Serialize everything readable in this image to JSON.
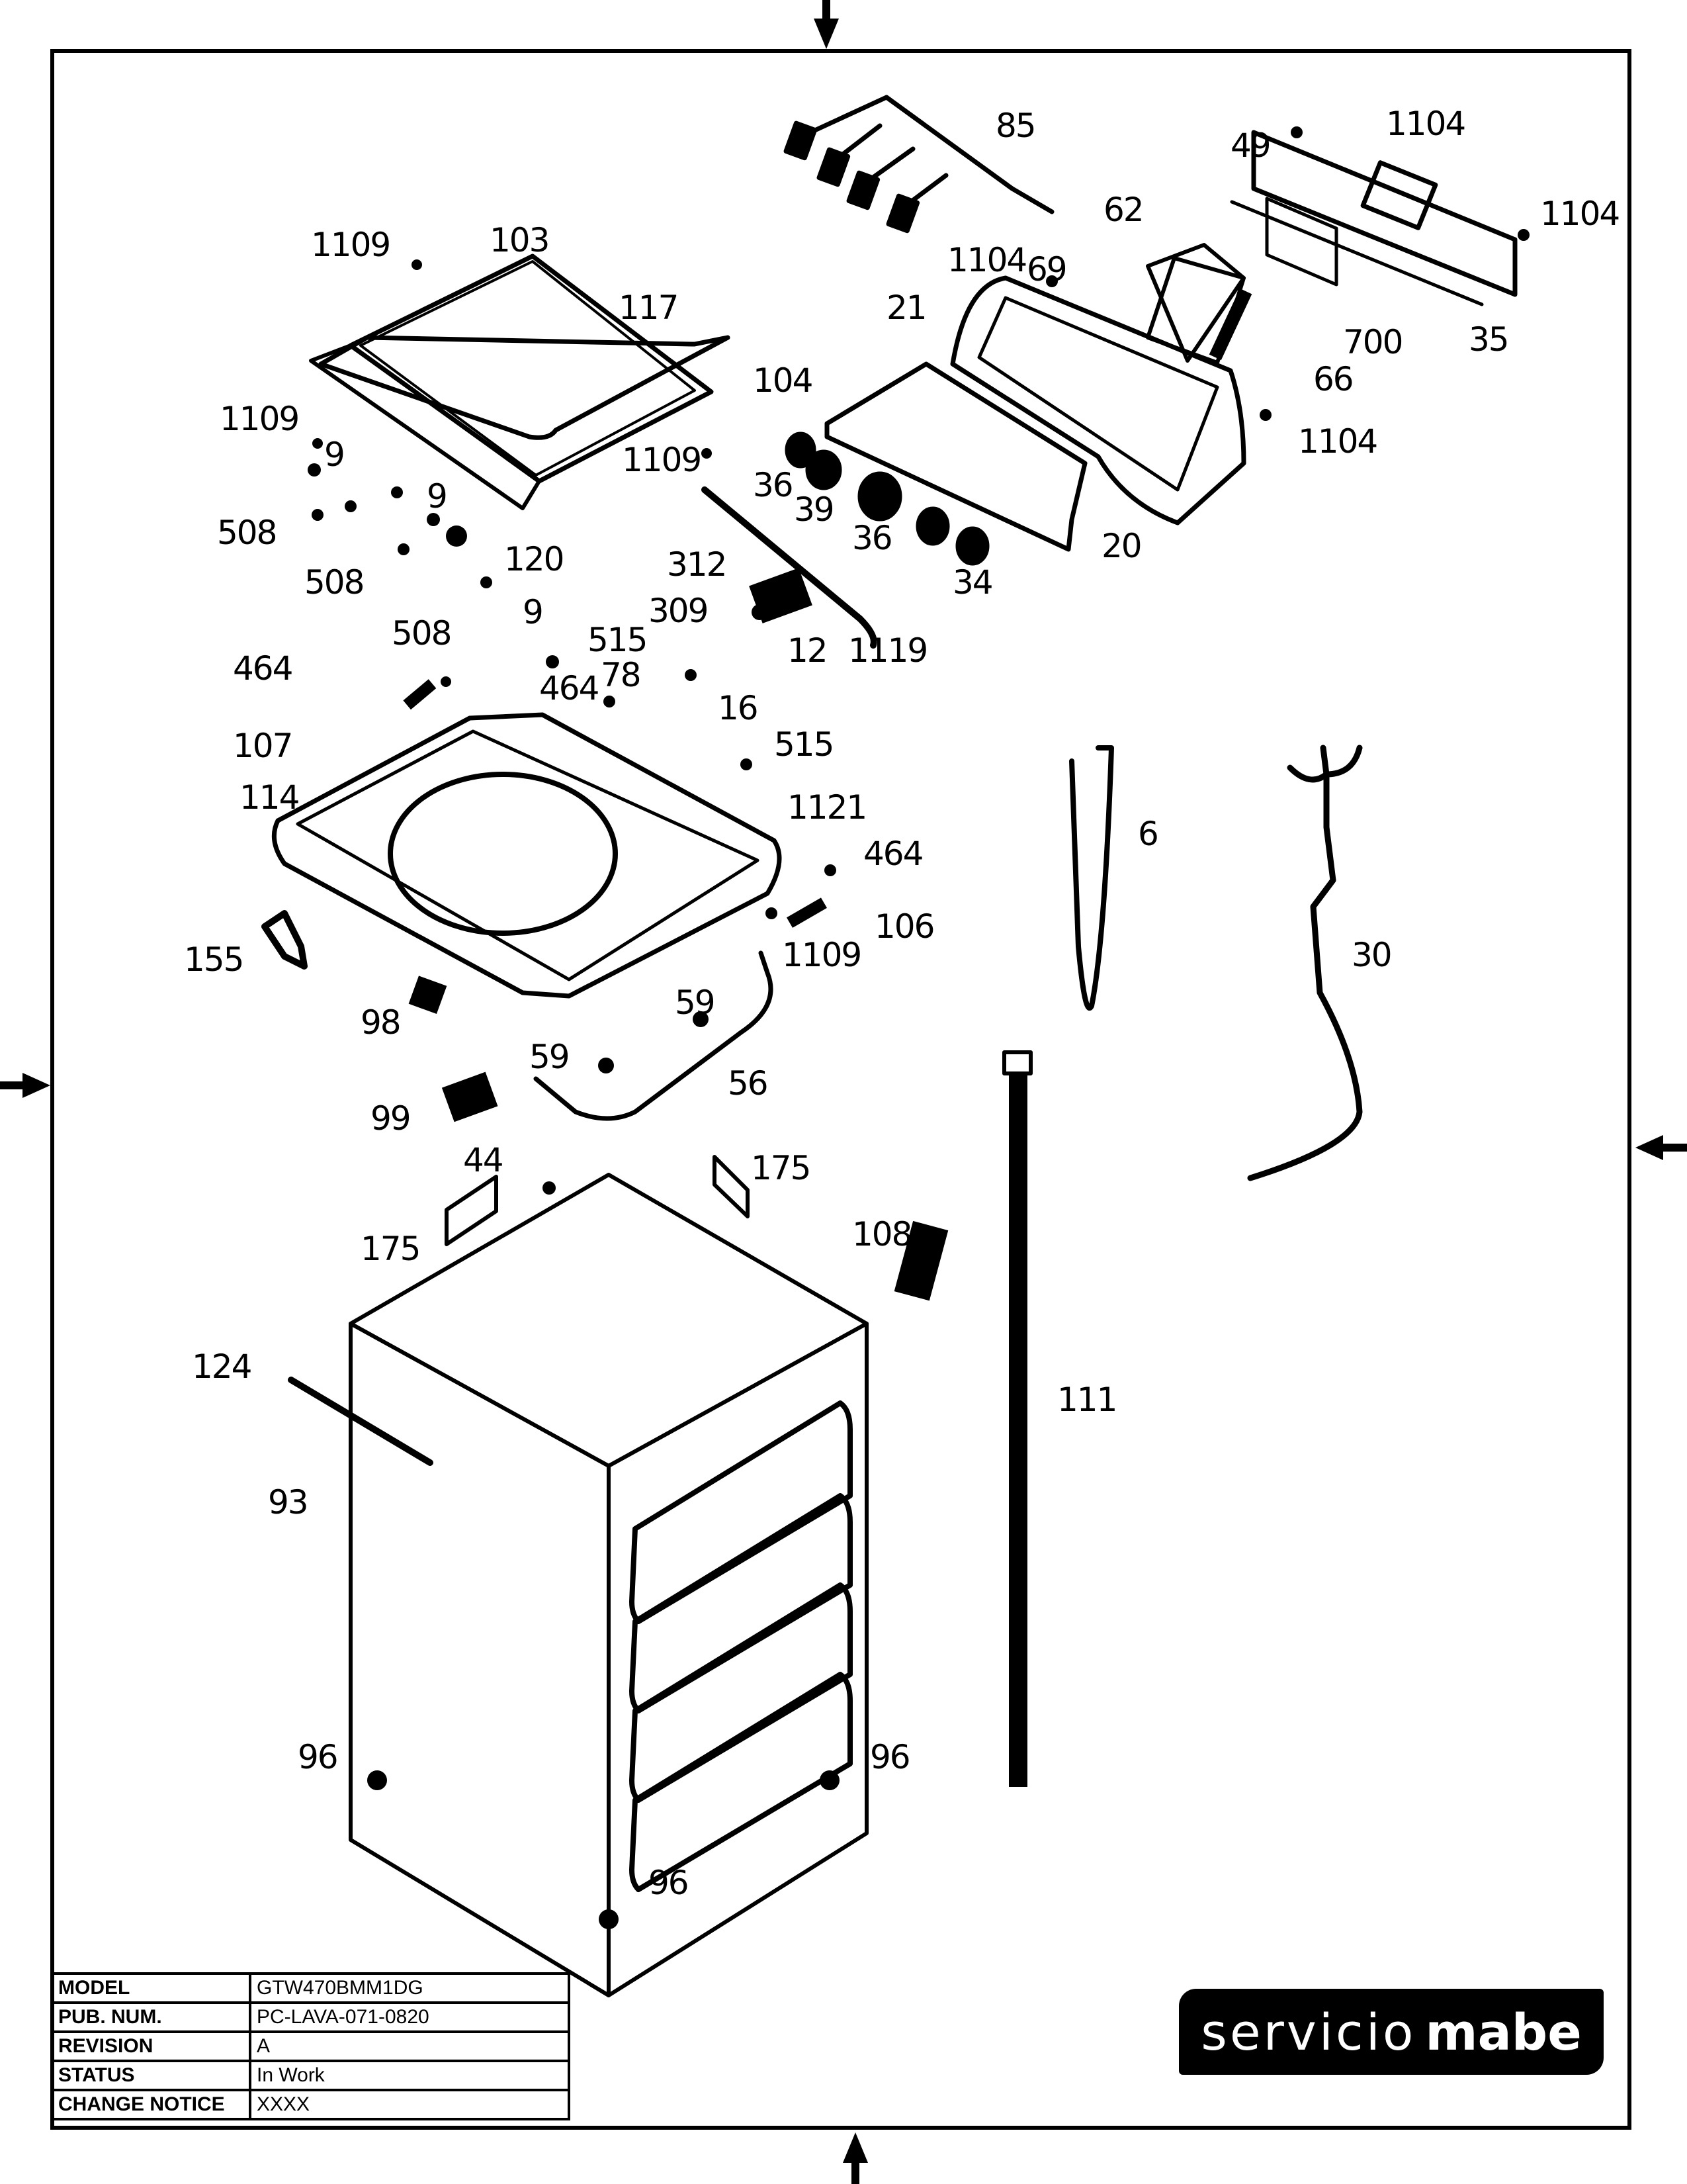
{
  "drawing": {
    "title": "Exploded parts view - top load washer cabinet and control panel",
    "brand": {
      "light": "servicio",
      "bold": "mabe"
    }
  },
  "title_block": [
    {
      "key": "MODEL",
      "value": "GTW470BMM1DG"
    },
    {
      "key": "PUB. NUM.",
      "value": "PC-LAVA-071-0820"
    },
    {
      "key": "REVISION",
      "value": "A"
    },
    {
      "key": "STATUS",
      "value": "In Work"
    },
    {
      "key": "CHANGE NOTICE",
      "value": "XXXX"
    }
  ],
  "callouts": [
    {
      "id": "c85",
      "label": "85",
      "part": "wire-harness-switches"
    },
    {
      "id": "c1104a",
      "label": "1104",
      "part": "screw"
    },
    {
      "id": "c49",
      "label": "49",
      "part": "backsplash-rear-cover"
    },
    {
      "id": "c1104b",
      "label": "1104",
      "part": "screw"
    },
    {
      "id": "c62",
      "label": "62",
      "part": "connector"
    },
    {
      "id": "c1104c",
      "label": "1104",
      "part": "screw"
    },
    {
      "id": "c69",
      "label": "69",
      "part": "control-board"
    },
    {
      "id": "c21",
      "label": "21",
      "part": "control-panel-housing"
    },
    {
      "id": "c700",
      "label": "700",
      "part": "clip"
    },
    {
      "id": "c35",
      "label": "35",
      "part": "trim-strip"
    },
    {
      "id": "c66",
      "label": "66",
      "part": "hose"
    },
    {
      "id": "c1104d",
      "label": "1104",
      "part": "screw"
    },
    {
      "id": "c1109a",
      "label": "1109",
      "part": "screw"
    },
    {
      "id": "c103",
      "label": "103",
      "part": "hinge-left"
    },
    {
      "id": "c117",
      "label": "117",
      "part": "lid-assembly"
    },
    {
      "id": "c104",
      "label": "104",
      "part": "hinge-right"
    },
    {
      "id": "c1109b",
      "label": "1109",
      "part": "screw"
    },
    {
      "id": "c1109c",
      "label": "1109",
      "part": "screw"
    },
    {
      "id": "c9a",
      "label": "9",
      "part": "screw"
    },
    {
      "id": "c9b",
      "label": "9",
      "part": "screw"
    },
    {
      "id": "c9c",
      "label": "9",
      "part": "screw"
    },
    {
      "id": "c508a",
      "label": "508",
      "part": "screw"
    },
    {
      "id": "c508b",
      "label": "508",
      "part": "screw"
    },
    {
      "id": "c508c",
      "label": "508",
      "part": "screw"
    },
    {
      "id": "c120",
      "label": "120",
      "part": "lid-switch"
    },
    {
      "id": "c312",
      "label": "312",
      "part": "sensor"
    },
    {
      "id": "c309",
      "label": "309",
      "part": "bracket"
    },
    {
      "id": "c36a",
      "label": "36",
      "part": "knob"
    },
    {
      "id": "c36b",
      "label": "36",
      "part": "knob"
    },
    {
      "id": "c39",
      "label": "39",
      "part": "selector-knob"
    },
    {
      "id": "c20",
      "label": "20",
      "part": "control-panel-front"
    },
    {
      "id": "c34",
      "label": "34",
      "part": "trim-rail"
    },
    {
      "id": "c12",
      "label": "12",
      "part": "water-valve"
    },
    {
      "id": "c1119",
      "label": "1119",
      "part": "screw"
    },
    {
      "id": "c515a",
      "label": "515",
      "part": "screw"
    },
    {
      "id": "c78",
      "label": "78",
      "part": "harness"
    },
    {
      "id": "c464a",
      "label": "464",
      "part": "screw"
    },
    {
      "id": "c464b",
      "label": "464",
      "part": "screw"
    },
    {
      "id": "c16",
      "label": "16",
      "part": "screw"
    },
    {
      "id": "c107",
      "label": "107",
      "part": "hinge-bracket-left"
    },
    {
      "id": "c515b",
      "label": "515",
      "part": "screw"
    },
    {
      "id": "c1121",
      "label": "1121",
      "part": "screw"
    },
    {
      "id": "c114",
      "label": "114",
      "part": "top-cover"
    },
    {
      "id": "c464c",
      "label": "464",
      "part": "screw"
    },
    {
      "id": "c106",
      "label": "106",
      "part": "hinge-bracket-right"
    },
    {
      "id": "c1109d",
      "label": "1109",
      "part": "screw"
    },
    {
      "id": "c155",
      "label": "155",
      "part": "bumper"
    },
    {
      "id": "c98",
      "label": "98",
      "part": "dispenser-part"
    },
    {
      "id": "c59a",
      "label": "59",
      "part": "clip"
    },
    {
      "id": "c59b",
      "label": "59",
      "part": "clip"
    },
    {
      "id": "c56",
      "label": "56",
      "part": "hose"
    },
    {
      "id": "c99",
      "label": "99",
      "part": "connector"
    },
    {
      "id": "c6",
      "label": "6",
      "part": "pressure-hose"
    },
    {
      "id": "c30",
      "label": "30",
      "part": "wire-harness"
    },
    {
      "id": "c44",
      "label": "44",
      "part": "fastener"
    },
    {
      "id": "c175a",
      "label": "175",
      "part": "pad"
    },
    {
      "id": "c175b",
      "label": "175",
      "part": "pad"
    },
    {
      "id": "c108",
      "label": "108",
      "part": "bracket"
    },
    {
      "id": "c124",
      "label": "124",
      "part": "strip"
    },
    {
      "id": "c111",
      "label": "111",
      "part": "suspension-rod"
    },
    {
      "id": "c93",
      "label": "93",
      "part": "cabinet"
    },
    {
      "id": "c96a",
      "label": "96",
      "part": "leveling-leg"
    },
    {
      "id": "c96b",
      "label": "96",
      "part": "leveling-leg"
    },
    {
      "id": "c96c",
      "label": "96",
      "part": "leveling-leg"
    }
  ]
}
